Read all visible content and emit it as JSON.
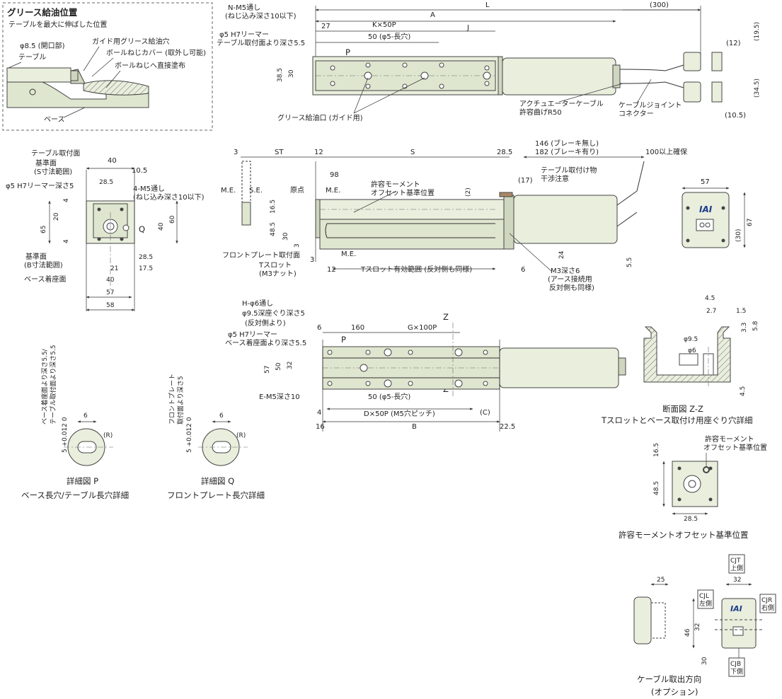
{
  "grease_box": {
    "title": "グリース給油位置",
    "subtitle": "テーブルを最大に伸ばした位置",
    "phi_open": "φ8.5 (開口部)",
    "guide_hole": "ガイド用グリース給油穴",
    "ballscrew_cover": "ボールねじカバー (取外し可能)",
    "table": "テーブル",
    "ballscrew_apply": "ボールねじへ直接塗布",
    "base": "ベース"
  },
  "top_view": {
    "nm5": "N-M5通し",
    "nm5_depth": "(ねじ込み深さ10以下)",
    "phi5_reamer": "φ5 H7リーマー",
    "phi5_depth": "テーブル取付面より深さ5.5",
    "L": "L",
    "A": "A",
    "d27": "27",
    "kx50p": "K×50P",
    "slot50": "50 (φ5-長穴)",
    "J": "J",
    "d300": "(300)",
    "d12": "(12)",
    "d19_5": "(19.5)",
    "d34_5": "(34.5)",
    "d10_5": "(10.5)",
    "P": "P",
    "d38_5": "38.5",
    "d30": "30",
    "grease_port": "グリース給油口 (ガイド用)",
    "actuator_cable": "アクチュエーターケーブル",
    "bend_radius": "許容曲げR50",
    "cable_joint": "ケーブルジョイント",
    "connector": "コネクター"
  },
  "end_view": {
    "table_mount": "テーブル取付面",
    "ref_s": "基準面",
    "ref_s_range": "(S寸法範囲)",
    "phi5": "φ5 H7リーマー深さ5",
    "d40": "40",
    "d10_5": "10.5",
    "d28_5": "28.5",
    "m5": "4-M5通し",
    "m5_depth": "(ねじ込み深さ10以下)",
    "d4": "4",
    "d65": "65",
    "d20": "20",
    "d40v": "40",
    "d60": "60",
    "d4b": "4",
    "Q": "Q",
    "ref_b": "基準面",
    "ref_b_range": "(B寸法範囲)",
    "base_seat": "ベース着座面",
    "d28_5b": "28.5",
    "d21": "21",
    "d17_5": "17.5",
    "d40b": "40",
    "d57": "57",
    "d58": "58"
  },
  "side_view": {
    "d3": "3",
    "ST": "ST",
    "d12": "12",
    "S": "S",
    "d28_5": "28.5",
    "no_brake": "146 (ブレーキ無し)",
    "with_brake": "182 (ブレーキ有り)",
    "clearance": "100以上確保",
    "d98": "98",
    "moment1": "許容モーメント",
    "moment2": "オフセット基準位置",
    "d17": "(17)",
    "interference1": "テーブル取付け物",
    "interference2": "干渉注意",
    "ME": "M.E.",
    "SE": "S.E.",
    "origin": "原点",
    "ME2": "M.E.",
    "d2": "(2)",
    "d16_5": "16.5",
    "d48_5": "48.5",
    "d30": "30",
    "d3b": "3",
    "front_plate": "フロントプレート取付面",
    "tslot": "Tスロット",
    "m3nut": "(M3ナット)",
    "ME3": "M.E.",
    "d3c": "3",
    "d12b": "12",
    "tslot_range": "Tスロット有効範囲 (反対側も同様)",
    "d6": "6",
    "d24": "24",
    "d5_5": "5.5",
    "m3": "M3深さ6",
    "m3_earth": "(アース接続用",
    "m3_opp": "反対側も同様)"
  },
  "motor_end": {
    "d57": "57",
    "d67": "67",
    "d30": "(30)",
    "logo": "IAI"
  },
  "bottom_view": {
    "h_phi6": "H-φ6通し",
    "counterbore": "φ9.5深座ぐり深さ5",
    "opp_side": "(反対側より)",
    "phi5": "φ5 H7リーマー",
    "phi5_depth": "ベース着座面より深さ5.5",
    "d6": "6",
    "d160": "160",
    "gx100p": "G×100P",
    "Z": "Z",
    "Z2": "Z",
    "P": "P",
    "d57": "57",
    "d50": "50",
    "d32": "32",
    "em5": "E-M5深さ10",
    "slot50": "50 (φ5-長穴)",
    "d4": "4",
    "dx50p": "D×50P (M5穴ピッチ)",
    "C": "(C)",
    "d16": "16",
    "B": "B",
    "d22_5": "22.5"
  },
  "section_zz": {
    "d4_5": "4.5",
    "d2_7": "2.7",
    "d1_5": "1.5",
    "d3_3": "3.3",
    "d5_8": "5.8",
    "phi9_5": "φ9.5",
    "phi6": "φ6",
    "d4_5b": "4.5",
    "title1": "断面図 Z-Z",
    "title2": "Tスロットとベース取付け用座ぐり穴詳細"
  },
  "detail_p": {
    "tol": "5 +0.012 0",
    "note1": "ベース着座面より深さ5.5/",
    "note2": "テーブル取付面より深さ5.5",
    "d6": "6",
    "R": "(R)",
    "title1": "詳細図 P",
    "title2": "ベース長穴/テーブル長穴詳細"
  },
  "detail_q": {
    "tol": "5 +0.012 0",
    "note1": "フロントプレート",
    "note2": "取付面より深さ5",
    "d6": "6",
    "R": "(R)",
    "title1": "詳細図 Q",
    "title2": "フロントプレート長穴詳細"
  },
  "moment_offset": {
    "label1": "許容モーメント",
    "label2": "オフセット基準位置",
    "d16_5": "16.5",
    "d48_5": "48.5",
    "d28_5": "28.5",
    "title": "許容モーメントオフセット基準位置"
  },
  "cable_dir": {
    "cjt1": "CJT",
    "cjt2": "上側",
    "d25": "25",
    "d32": "32",
    "cjl1": "CJL",
    "cjl2": "左側",
    "cjr1": "CJR",
    "cjr2": "右側",
    "d46": "46",
    "d32v": "32",
    "d30": "30",
    "cjb1": "CJB",
    "cjb2": "下側",
    "logo": "IAI",
    "title1": "ケーブル取出方向",
    "title2": "(オプション)"
  }
}
